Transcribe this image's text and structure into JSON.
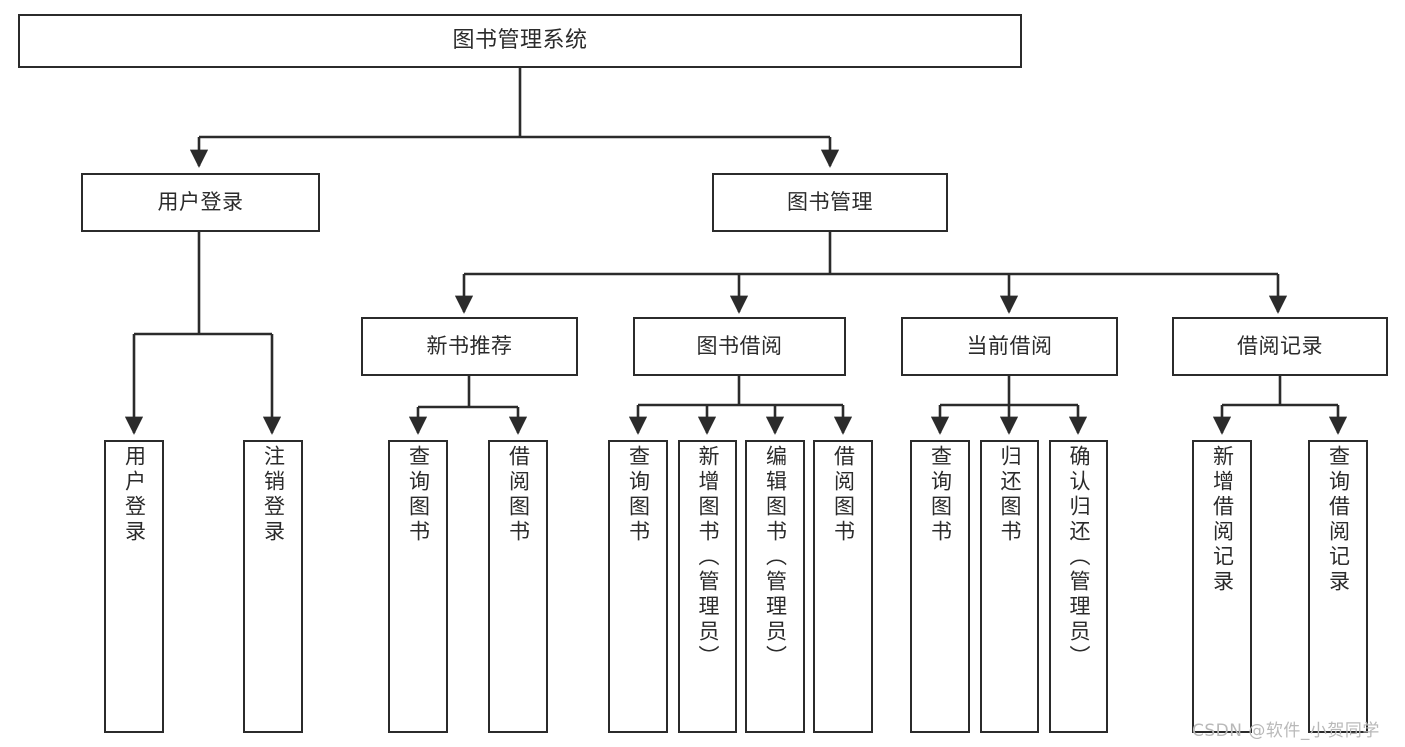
{
  "diagram": {
    "title": "图书管理系统",
    "type": "tree",
    "theme": {
      "background": "#ffffff",
      "stroke": "#2b2b2b",
      "text": "#2b2b2b",
      "watermark_color": "#b9b9b9"
    },
    "watermark": "CSDN @软件_小贺同学",
    "levels": {
      "root": {
        "label": "图书管理系统"
      },
      "level2": [
        {
          "label": "用户登录"
        },
        {
          "label": "图书管理"
        }
      ],
      "level3": [
        {
          "label": "新书推荐"
        },
        {
          "label": "图书借阅"
        },
        {
          "label": "当前借阅"
        },
        {
          "label": "借阅记录"
        }
      ],
      "leaves": {
        "user_login": [
          {
            "label": "用户登录"
          },
          {
            "label": "注销登录"
          }
        ],
        "new_book_recommend": [
          {
            "label": "查询图书"
          },
          {
            "label": "借阅图书"
          }
        ],
        "book_borrow": [
          {
            "label": "查询图书"
          },
          {
            "label": "新增图书（管理员）"
          },
          {
            "label": "编辑图书（管理员）"
          },
          {
            "label": "借阅图书"
          }
        ],
        "current_borrow": [
          {
            "label": "查询图书"
          },
          {
            "label": "归还图书"
          },
          {
            "label": "确认归还（管理员）"
          }
        ],
        "borrow_record": [
          {
            "label": "新增借阅记录"
          },
          {
            "label": "查询借阅记录"
          }
        ]
      }
    }
  }
}
